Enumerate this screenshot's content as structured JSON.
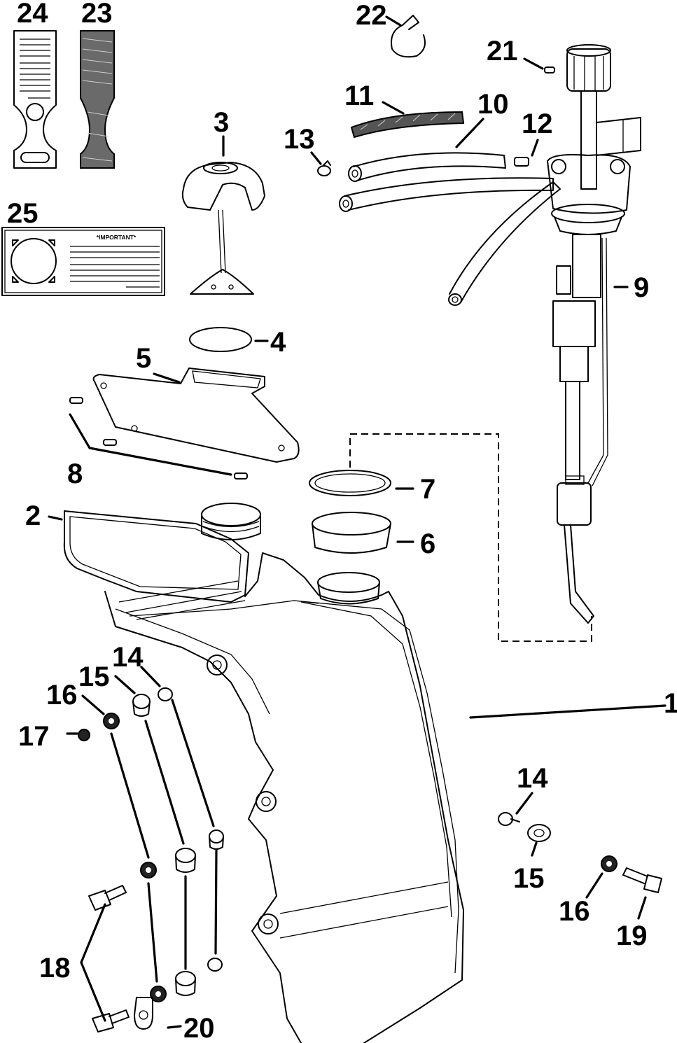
{
  "callouts": {
    "c1": "1",
    "c2": "2",
    "c3": "3",
    "c4": "4",
    "c5": "5",
    "c6": "6",
    "c7": "7",
    "c8": "8",
    "c9": "9",
    "c10": "10",
    "c11": "11",
    "c12": "12",
    "c13": "13",
    "c14a": "14",
    "c14b": "14",
    "c15a": "15",
    "c15b": "15",
    "c16a": "16",
    "c16b": "16",
    "c17": "17",
    "c18": "18",
    "c19": "19",
    "c20": "20",
    "c21": "21",
    "c22": "22",
    "c23": "23",
    "c24": "24",
    "c25": "25"
  },
  "decal": {
    "heading": "*IMPORTANT*"
  }
}
